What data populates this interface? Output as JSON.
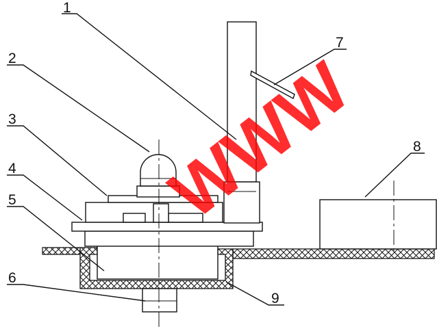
{
  "diagram": {
    "labels": [
      {
        "id": "1",
        "text": "1"
      },
      {
        "id": "2",
        "text": "2"
      },
      {
        "id": "3",
        "text": "3"
      },
      {
        "id": "4",
        "text": "4"
      },
      {
        "id": "5",
        "text": "5"
      },
      {
        "id": "6",
        "text": "6"
      },
      {
        "id": "7",
        "text": "7"
      },
      {
        "id": "8",
        "text": "8"
      },
      {
        "id": "9",
        "text": "9"
      }
    ],
    "watermark": "WWW",
    "colors": {
      "ink": "#111111",
      "watermark": "#ff0000",
      "background": "#ffffff"
    }
  }
}
